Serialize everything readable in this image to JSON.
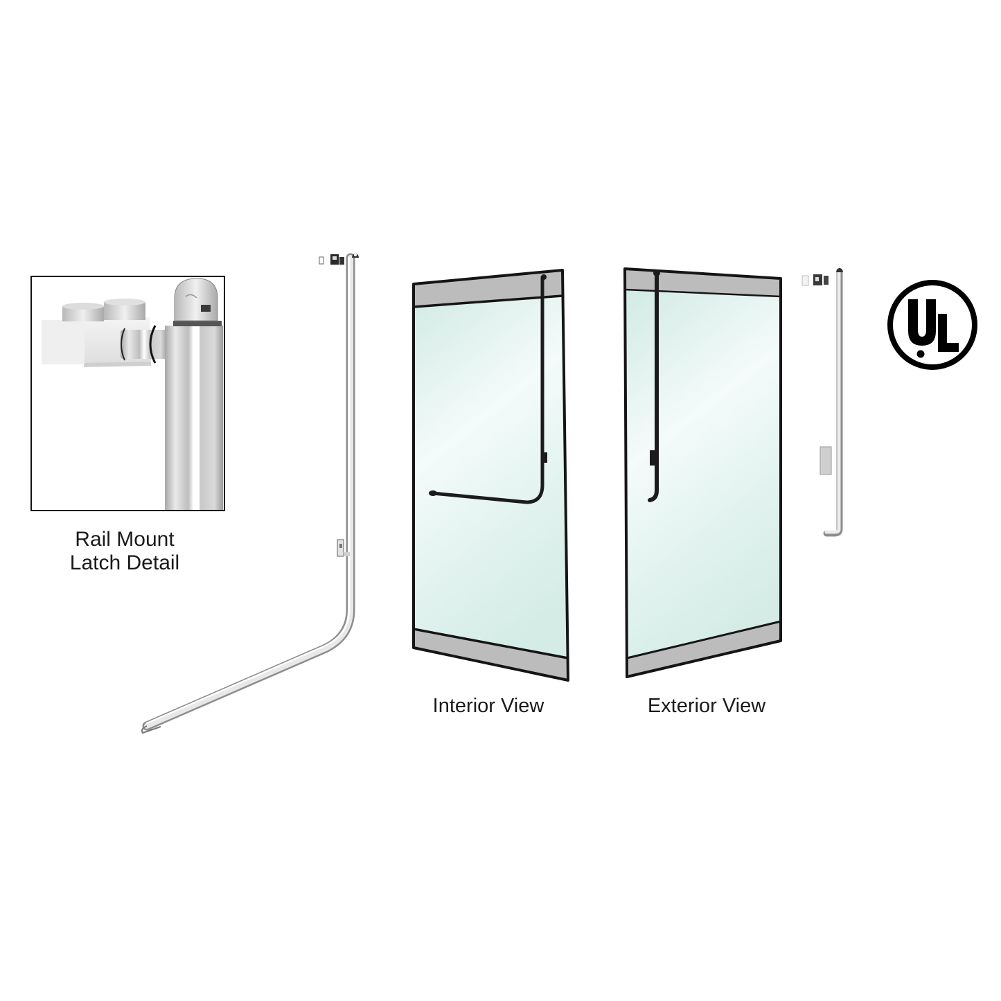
{
  "detail": {
    "caption_line1": "Rail Mount",
    "caption_line2": "Latch Detail"
  },
  "views": {
    "interior_label": "Interior View",
    "exterior_label": "Exterior View"
  },
  "certification": {
    "logo_text_u": "U",
    "logo_text_l": "L",
    "name": "UL listed mark"
  },
  "colors": {
    "glass_top": "#cfe9e3",
    "glass_mid": "#f3fbf9",
    "rail_gray": "#b9b9b9",
    "frame": "#151515",
    "steel_light": "#e6e6e6",
    "steel_dark": "#8f8f8f"
  }
}
